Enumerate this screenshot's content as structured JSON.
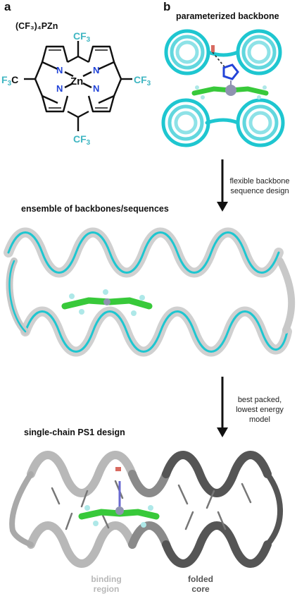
{
  "panel_a": {
    "letter": "a",
    "compound_label": "(CF₃)₄PZn",
    "atoms": {
      "metal": "Zn",
      "nitrogen": "N",
      "substituent_prefix": "F",
      "substituent_suffix": "C",
      "substituent_label": "CF",
      "subscript": "3"
    }
  },
  "panel_b": {
    "letter": "b",
    "title": "parameterized backbone"
  },
  "step1": {
    "note_line1": "flexible backbone",
    "note_line2": "sequence design"
  },
  "ensemble": {
    "title": "ensemble of backbones/sequences"
  },
  "step2": {
    "note_line1": "best packed,",
    "note_line2": "lowest energy",
    "note_line3": "model"
  },
  "design": {
    "title": "single-chain PS1 design",
    "binding_line1": "binding",
    "binding_line2": "region",
    "folded_line1": "folded",
    "folded_line2": "core"
  },
  "colors": {
    "cyan": "#1ec6d0",
    "teal_label": "#3fb6c2",
    "nitrogen_blue": "#2244d8",
    "green": "#38c93a",
    "light_gray": "#b8b8b8",
    "dark_gray": "#555555"
  }
}
